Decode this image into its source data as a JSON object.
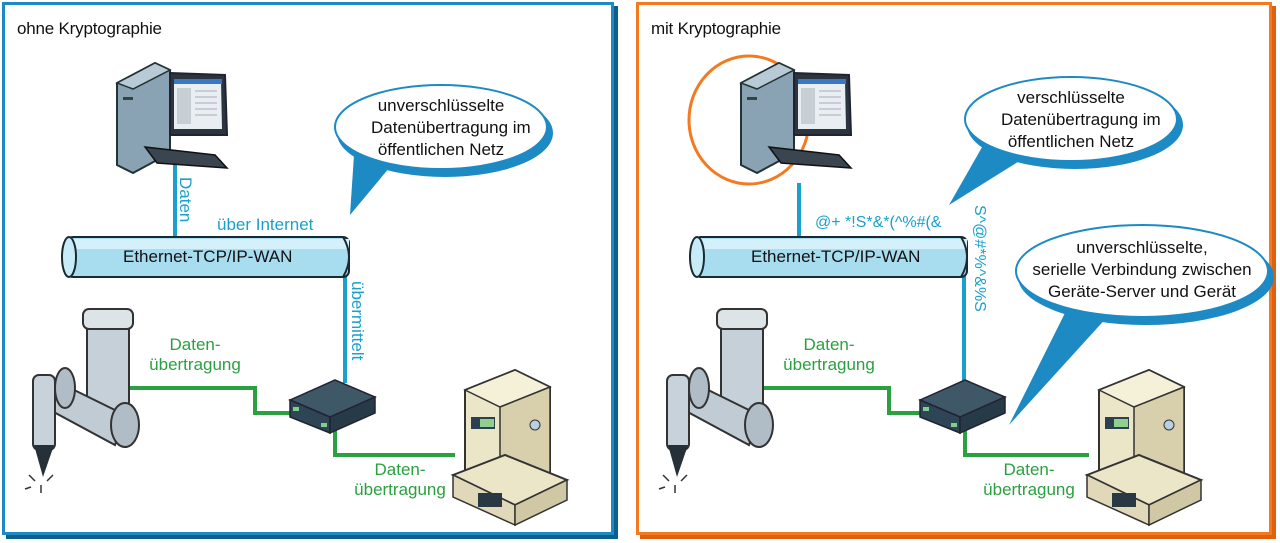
{
  "colors": {
    "left_frame": "#1d8ac4",
    "right_frame": "#f47a20",
    "internet_line": "#1aa0cc",
    "serial_line": "#2aa040",
    "highlight_ellipse": "#f47a20",
    "bubble_outline": "#1d8ac4"
  },
  "panels": [
    {
      "title": "ohne Kryptographie",
      "bubble_text": [
        "unverschlüsselte",
        "Datenübertragung im",
        "öffentlichen Netz"
      ],
      "pipe_label": "Ethernet-TCP/IP-WAN",
      "pc_link_label": "Daten",
      "internet_label": "über Internet",
      "server_link_label": "übermittelt",
      "robot_link_label": [
        "Daten-",
        "übertragung"
      ],
      "device_link_label": [
        "Daten-",
        "übertragung"
      ],
      "icons": [
        "desktop-computer-icon",
        "robot-arm-icon",
        "device-server-icon",
        "industrial-device-icon"
      ]
    },
    {
      "title": "mit Kryptographie",
      "bubble_text": [
        "verschlüsselte",
        "Datenübertragung im",
        "öffentlichen Netz"
      ],
      "bubble2_text": [
        "unverschlüsselte,",
        "serielle Verbindung zwischen",
        "Geräte-Server und Gerät"
      ],
      "pipe_label": "Ethernet-TCP/IP-WAN",
      "cipher_top": "@+ *!S*&*(^%#(&",
      "cipher_vertical": "S^@#*%^&%S",
      "robot_link_label": [
        "Daten-",
        "übertragung"
      ],
      "device_link_label": [
        "Daten-",
        "übertragung"
      ],
      "icons": [
        "desktop-computer-icon",
        "robot-arm-icon",
        "device-server-icon",
        "industrial-device-icon"
      ]
    }
  ]
}
